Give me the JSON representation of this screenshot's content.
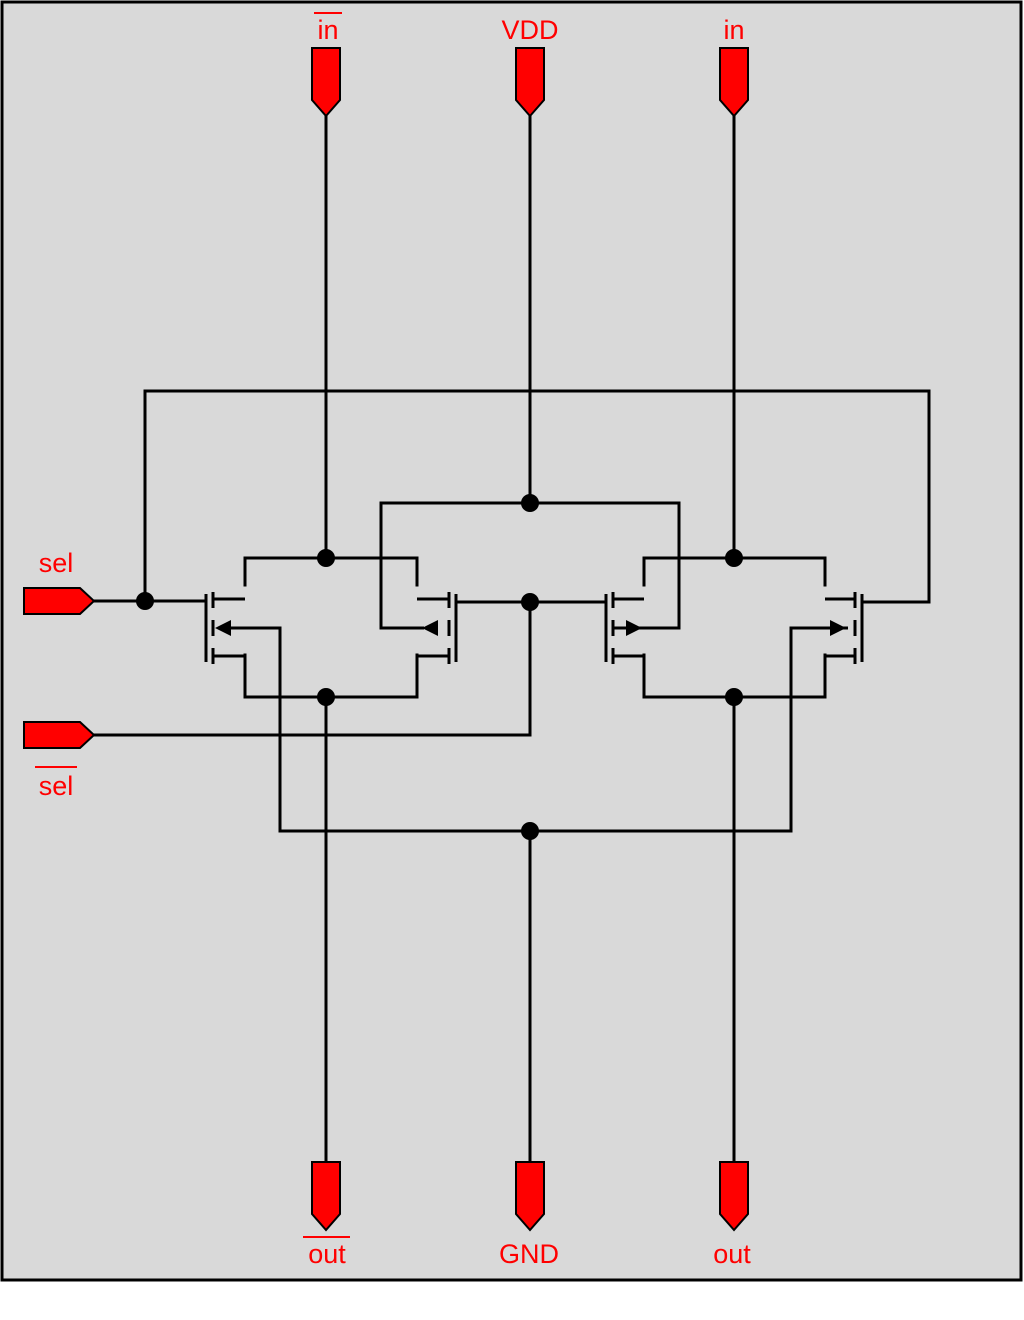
{
  "colors": {
    "background": "#d9d9d9",
    "border": "#000000",
    "wire": "#000000",
    "pin": "#ff0000",
    "label": "#ff0000"
  },
  "pins": {
    "in_bar": "in",
    "vdd": "VDD",
    "in": "in",
    "sel": "sel",
    "sel_bar": "sel",
    "out_bar": "out",
    "gnd": "GND",
    "out": "out"
  }
}
